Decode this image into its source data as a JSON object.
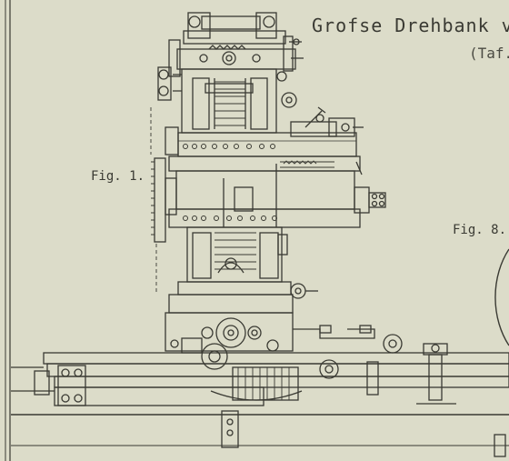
{
  "document": {
    "title": "Grofse Drehbank von",
    "subtitle": "(Taf.",
    "figures": [
      {
        "label": "Fig. 1."
      },
      {
        "label": "Fig. 8."
      }
    ]
  },
  "colors": {
    "paper": "#dcdcc9",
    "ink": "#3a3a33"
  }
}
